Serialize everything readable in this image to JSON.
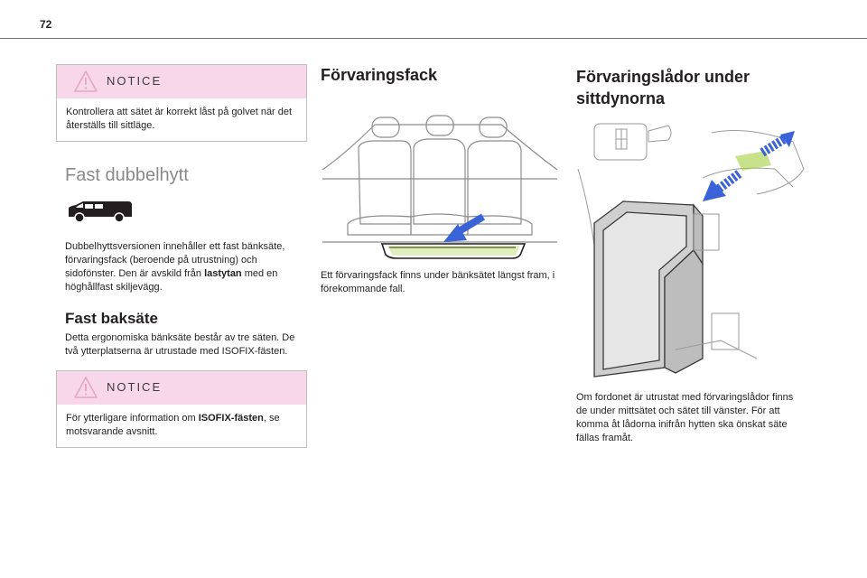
{
  "page": {
    "number": "72"
  },
  "left": {
    "notice1": {
      "title": "NOTICE",
      "text": "Kontrollera att sätet är korrekt låst på golvet när det återställs till sittläge."
    },
    "section_title": "Fast dubbelhytt",
    "vehicle_icon": "van-icon",
    "para1_a": "Dubbelhyttsversionen innehåller ett fast bänksäte, förvaringsfack (beroende på utrustning) och sidofönster. Den är avskild från ",
    "para1_bold": "lastytan",
    "para1_b": " med en höghållfast skiljevägg.",
    "heading2": "Fast baksäte",
    "para2": "Detta ergonomiska bänksäte består av tre säten. De två ytterplatserna är utrustade med ISOFIX-fästen.",
    "notice2": {
      "title": "NOTICE",
      "text_a": "För ytterligare information om ",
      "text_bold": "ISOFIX-fästen",
      "text_b": ", se motsvarande avsnitt."
    }
  },
  "middle": {
    "heading": "Förvaringsfack",
    "text": "Ett förvaringsfack finns under bänksätet längst fram, i förekommande fall."
  },
  "right": {
    "heading_line1": "Förvaringslådor under",
    "heading_line2": "sittdynorna",
    "text": "Om fordonet är utrustat med förvaringslådor finns de under mittsätet och sätet till vänster. För att komma åt lådorna inifrån hytten ska önskat säte fällas framåt."
  },
  "colors": {
    "notice_header": "#f8d7ea",
    "accent_green": "#a4cf3e",
    "arrow_blue": "#3a63d8"
  }
}
